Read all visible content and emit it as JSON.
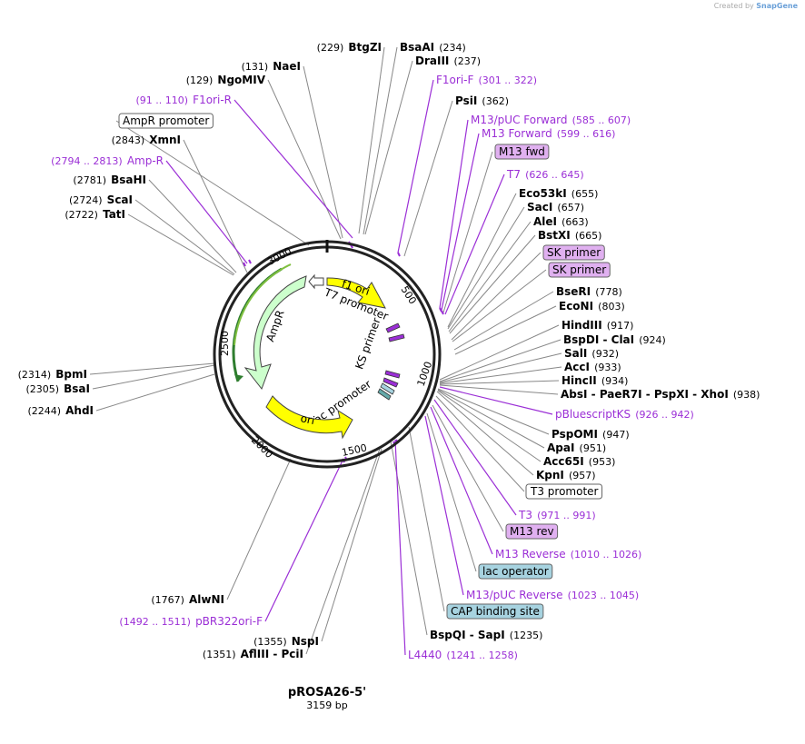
{
  "credit": {
    "prefix": "Created by",
    "brand": "SnapGene"
  },
  "plasmid": {
    "name": "pROSA26-5'",
    "length_label": "3159 bp",
    "length": 3159
  },
  "ticks": [
    "500",
    "1000",
    "1500",
    "2000",
    "2500",
    "3000"
  ],
  "inner_features": [
    {
      "name": "f1 ori",
      "color": "#ffff00"
    },
    {
      "name": "T7 promoter",
      "color": "#ffffff"
    },
    {
      "name": "AmpR",
      "color": "#ccffcc"
    },
    {
      "name": "KS primer",
      "color": "#9b2fd6"
    },
    {
      "name": "lac promoter",
      "color": "#ffffff"
    },
    {
      "name": "ori",
      "color": "#ffff00"
    }
  ],
  "annotations": [
    {
      "pos": "(229)",
      "name": "BtgZI",
      "type": "enzyme"
    },
    {
      "name": "BsaAI",
      "pos": "(234)",
      "type": "enzyme"
    },
    {
      "name": "DraIII",
      "pos": "(237)",
      "type": "enzyme"
    },
    {
      "pos": "(131)",
      "name": "NaeI",
      "type": "enzyme"
    },
    {
      "pos": "(129)",
      "name": "NgoMIV",
      "type": "enzyme"
    },
    {
      "pos": "(91 .. 110)",
      "name": "F1ori-R",
      "type": "primer"
    },
    {
      "name": "AmpR promoter",
      "type": "box",
      "color": "#ffffff"
    },
    {
      "pos": "(2843)",
      "name": "XmnI",
      "type": "enzyme"
    },
    {
      "pos": "(2794 .. 2813)",
      "name": "Amp-R",
      "type": "primer"
    },
    {
      "pos": "(2781)",
      "name": "BsaHI",
      "type": "enzyme"
    },
    {
      "pos": "(2724)",
      "name": "ScaI",
      "type": "enzyme"
    },
    {
      "pos": "(2722)",
      "name": "TatI",
      "type": "enzyme"
    },
    {
      "name": "F1ori-F",
      "pos": "(301 .. 322)",
      "type": "primer"
    },
    {
      "name": "PsiI",
      "pos": "(362)",
      "type": "enzyme"
    },
    {
      "name": "M13/pUC Forward",
      "pos": "(585 .. 607)",
      "type": "primer"
    },
    {
      "name": "M13 Forward",
      "pos": "(599 .. 616)",
      "type": "primer"
    },
    {
      "name": "M13 fwd",
      "type": "box",
      "color": "#e0b0f0"
    },
    {
      "name": "T7",
      "pos": "(626 .. 645)",
      "type": "primer"
    },
    {
      "name": "Eco53kI",
      "pos": "(655)",
      "type": "enzyme"
    },
    {
      "name": "SacI",
      "pos": "(657)",
      "type": "enzyme"
    },
    {
      "name": "AleI",
      "pos": "(663)",
      "type": "enzyme"
    },
    {
      "name": "BstXI",
      "pos": "(665)",
      "type": "enzyme"
    },
    {
      "name": "SK primer",
      "type": "box",
      "color": "#e0b0f0"
    },
    {
      "name": "SK primer",
      "type": "box",
      "color": "#e0b0f0"
    },
    {
      "name": "BseRI",
      "pos": "(778)",
      "type": "enzyme"
    },
    {
      "name": "EcoNI",
      "pos": "(803)",
      "type": "enzyme"
    },
    {
      "name": "HindIII",
      "pos": "(917)",
      "type": "enzyme"
    },
    {
      "name": "BspDI - ClaI",
      "pos": "(924)",
      "type": "enzyme"
    },
    {
      "name": "SalI",
      "pos": "(932)",
      "type": "enzyme"
    },
    {
      "name": "AccI",
      "pos": "(933)",
      "type": "enzyme"
    },
    {
      "name": "HincII",
      "pos": "(934)",
      "type": "enzyme"
    },
    {
      "name": "AbsI - PaeR7I - PspXI - XhoI",
      "pos": "(938)",
      "type": "enzyme"
    },
    {
      "name": "pBluescriptKS",
      "pos": "(926 .. 942)",
      "type": "primer"
    },
    {
      "name": "PspOMI",
      "pos": "(947)",
      "type": "enzyme"
    },
    {
      "name": "ApaI",
      "pos": "(951)",
      "type": "enzyme"
    },
    {
      "name": "Acc65I",
      "pos": "(953)",
      "type": "enzyme"
    },
    {
      "name": "KpnI",
      "pos": "(957)",
      "type": "enzyme"
    },
    {
      "name": "T3 promoter",
      "type": "box",
      "color": "#ffffff"
    },
    {
      "name": "T3",
      "pos": "(971 .. 991)",
      "type": "primer"
    },
    {
      "name": "M13 rev",
      "type": "box",
      "color": "#e0b0f0"
    },
    {
      "name": "M13 Reverse",
      "pos": "(1010 .. 1026)",
      "type": "primer"
    },
    {
      "name": "lac operator",
      "type": "box",
      "color": "#a7d3e0"
    },
    {
      "name": "M13/pUC Reverse",
      "pos": "(1023 .. 1045)",
      "type": "primer"
    },
    {
      "name": "CAP binding site",
      "type": "box",
      "color": "#a7d3e0"
    },
    {
      "name": "BspQI - SapI",
      "pos": "(1235)",
      "type": "enzyme"
    },
    {
      "name": "L4440",
      "pos": "(1241 .. 1258)",
      "type": "primer"
    },
    {
      "pos": "(1355)",
      "name": "NspI",
      "type": "enzyme"
    },
    {
      "pos": "(1351)",
      "name": "AflIII - PciI",
      "type": "enzyme"
    },
    {
      "pos": "(1767)",
      "name": "AlwNI",
      "type": "enzyme"
    },
    {
      "pos": "(1492 .. 1511)",
      "name": "pBR322ori-F",
      "type": "primer"
    },
    {
      "pos": "(2314)",
      "name": "BpmI",
      "type": "enzyme"
    },
    {
      "pos": "(2305)",
      "name": "BsaI",
      "type": "enzyme"
    },
    {
      "pos": "(2244)",
      "name": "AhdI",
      "type": "enzyme"
    }
  ]
}
